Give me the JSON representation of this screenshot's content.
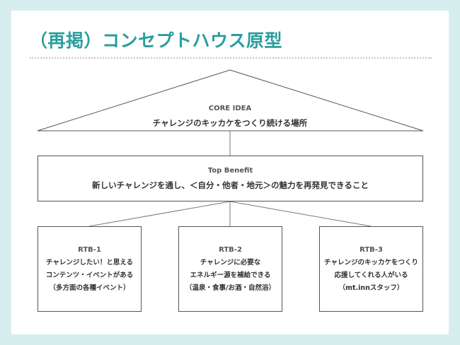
{
  "title": "（再掲）コンセプトハウス原型",
  "core": {
    "heading": "CORE IDEA",
    "text": "チャレンジのキッカケをつくり続ける場所"
  },
  "benefit": {
    "heading": "Top Benefit",
    "text": "新しいチャレンジを通し、＜自分・他者・地元＞の魅力を再発見できること"
  },
  "rtbs": [
    {
      "heading": "RTB-1",
      "lines": [
        "チャレンジしたい！と思える",
        "コンテンツ・イベントがある",
        "（多方面の各種イベント）"
      ]
    },
    {
      "heading": "RTB-2",
      "lines": [
        "チャレンジに必要な",
        "エネルギー源を補給できる",
        "（温泉・食事/お酒・自然浴）"
      ]
    },
    {
      "heading": "RTB-3",
      "lines": [
        "チャレンジのキッカケをつくり",
        "応援してくれる人がいる",
        "（mt.innスタッフ）"
      ]
    }
  ],
  "colors": {
    "background": "#d6eeee",
    "title": "#2a9d9d",
    "border": "#555555"
  }
}
